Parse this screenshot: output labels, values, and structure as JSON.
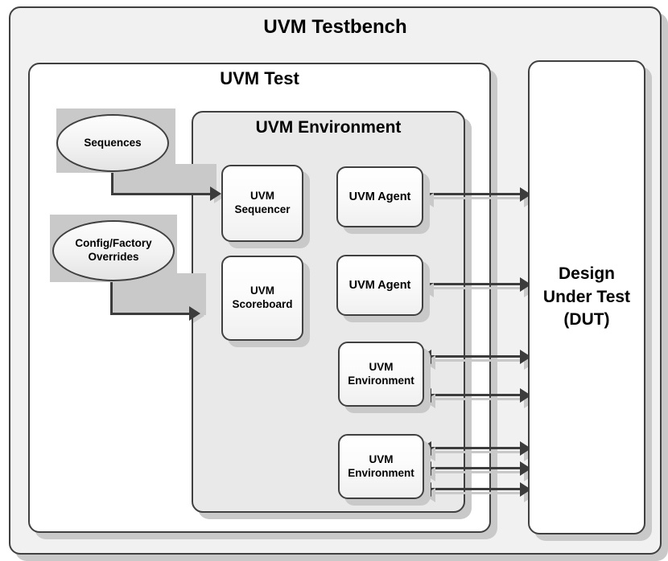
{
  "diagram": {
    "title": "UVM Testbench",
    "containers": {
      "testbench": {
        "label": "UVM Testbench"
      },
      "test": {
        "label": "UVM Test"
      },
      "environment": {
        "label": "UVM Environment"
      },
      "dut": {
        "label_line1": "Design",
        "label_line2": "Under Test",
        "label_line3": "(DUT)"
      }
    },
    "nodes": {
      "sequences": {
        "label": "Sequences",
        "shape": "ellipse"
      },
      "config_factory": {
        "label_line1": "Config/Factory",
        "label_line2": "Overrides",
        "shape": "ellipse"
      },
      "sequencer": {
        "label_line1": "UVM",
        "label_line2": "Sequencer",
        "shape": "rounded-rect"
      },
      "scoreboard": {
        "label_line1": "UVM",
        "label_line2": "Scoreboard",
        "shape": "rounded-rect"
      },
      "agent1": {
        "label": "UVM Agent",
        "shape": "rounded-rect"
      },
      "agent2": {
        "label": "UVM Agent",
        "shape": "rounded-rect"
      },
      "env1": {
        "label_line1": "UVM",
        "label_line2": "Environment",
        "shape": "rounded-rect"
      },
      "env2": {
        "label_line1": "UVM",
        "label_line2": "Environment",
        "shape": "rounded-rect"
      }
    },
    "connections": [
      {
        "from": "sequences",
        "to": "sequencer",
        "style": "elbow-arrow",
        "direction": "one-way"
      },
      {
        "from": "config_factory",
        "to": "environment",
        "style": "elbow-arrow",
        "direction": "one-way"
      },
      {
        "from": "agent1",
        "to": "dut",
        "style": "straight",
        "direction": "bidirectional"
      },
      {
        "from": "agent2",
        "to": "dut",
        "style": "straight",
        "direction": "bidirectional"
      },
      {
        "from": "env1",
        "to": "dut",
        "style": "straight",
        "direction": "bidirectional"
      },
      {
        "from": "env1",
        "to": "dut",
        "style": "straight",
        "direction": "bidirectional"
      },
      {
        "from": "env2",
        "to": "dut",
        "style": "straight",
        "direction": "bidirectional"
      },
      {
        "from": "env2",
        "to": "dut",
        "style": "straight",
        "direction": "bidirectional"
      },
      {
        "from": "env2",
        "to": "dut",
        "style": "straight",
        "direction": "bidirectional"
      }
    ],
    "colors": {
      "outline": "#404040",
      "shadow": "#c9c9c9",
      "testbench_fill": "#f1f1f1",
      "test_fill": "#ffffff",
      "environment_fill": "#e9e9e9",
      "dut_fill": "#ffffff",
      "connector": "#3c3c3c"
    }
  }
}
